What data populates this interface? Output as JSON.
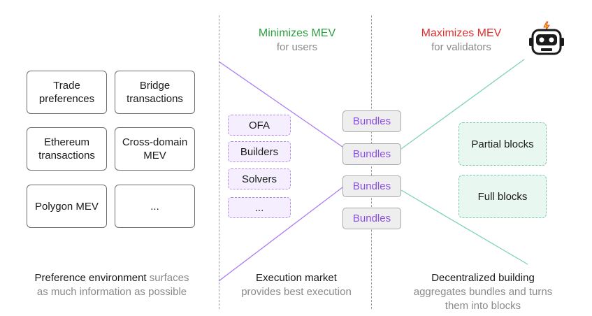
{
  "headers": {
    "minimize": {
      "title": "Minimizes MEV",
      "subtitle": "for users",
      "color": "#2f9e44"
    },
    "maximize": {
      "title": "Maximizes MEV",
      "subtitle": "for validators",
      "color": "#e03131"
    }
  },
  "preferences": [
    "Trade preferences",
    "Bridge transactions",
    "Ethereum transactions",
    "Cross-domain MEV",
    "Polygon MEV",
    "..."
  ],
  "execution_market": [
    "OFA",
    "Builders",
    "Solvers",
    "..."
  ],
  "bundles": [
    "Bundles",
    "Bundles",
    "Bundles",
    "Bundles"
  ],
  "blocks": [
    "Partial blocks",
    "Full blocks"
  ],
  "footers": {
    "preference": {
      "bold": "Preference environment",
      "gray": "surfaces",
      "line2": "as much information as possible"
    },
    "execution": {
      "bold": "Execution market",
      "line2": "provides best execution"
    },
    "building": {
      "bold": "Decentralized building",
      "line2": "aggregates bundles and turns",
      "line3": "them into blocks"
    }
  },
  "colors": {
    "purple_line": "#a97cf0",
    "teal_line": "#7fd1b9",
    "bundle_text": "#8b4fe0"
  },
  "icons": {
    "robot": "robot-icon"
  }
}
